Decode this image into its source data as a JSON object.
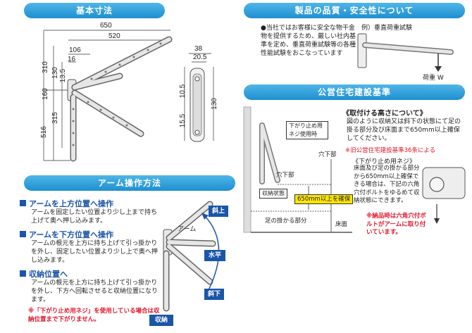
{
  "sections": {
    "dimensions_title": "基本寸法",
    "quality_title": "製品の品質・安全性について",
    "public_housing_title": "公営住宅建設基準",
    "arm_title": "アーム操作方法"
  },
  "dimensions": {
    "front": [
      "650",
      "520",
      "106",
      "16",
      "310",
      "130",
      "13.5",
      "160",
      "315",
      "516"
    ],
    "side": [
      "38",
      "20.5",
      "10.5",
      "130",
      "15.5"
    ]
  },
  "quality": {
    "text": "●当社ではお客様に安全な物干金物を提供するため、厳しい社内基準を定め、垂直荷重試験等の各種性能試験をおこなっています",
    "example_label": "例）垂直荷重試験",
    "load_label": "荷重 W"
  },
  "public_housing": {
    "heading": "《取付ける高さについて》",
    "body": "図のように収納又は斜下の状態にて足の掛る部分及び床面まで650mm以上確保してください。",
    "note": "※旧公営住宅建設基準36条による",
    "stopper_heading": "《下がり止め用ネジ》",
    "stopper_body": "床面及び足の掛かる部分から650mm以上確保できる場合は、下記の六角穴付ボルトをゆるめて収納状態にできます。",
    "stopper_note": "※納品時は六角穴付ボルトがアームに取り付いています。",
    "labels": {
      "stopper_screw": "下がり止め用ネジ使用時",
      "anaka1": "穴下部",
      "anaka2": "穴下部",
      "storage": "収納状態",
      "min_height": "650mm以上を確保",
      "foot": "足の掛かる部分",
      "floor": "床面"
    }
  },
  "arm": {
    "steps": [
      {
        "title": "アームを上方位置へ操作",
        "body": "アームを固定したい位置より少し上まで持ち上げて奥へ押し込みます。"
      },
      {
        "title": "アームを下方位置へ操作",
        "body": "アームの根元を上方に持ち上げて引っ掛かりを外し、固定したい位置より少し上で奥へ押し込みます。"
      },
      {
        "title": "収納位置へ",
        "body": "アームの根元を上方に持ち上げて引っ掛かりを外し、下方へ回転させると収納位置になります。"
      }
    ],
    "footnote": "※「下がり止め用ネジ」を使用している場合は収納位置まで下がりません。",
    "labels": {
      "arm": "アーム",
      "up": "斜上",
      "horizontal": "水平",
      "down": "斜下",
      "storage": "収納"
    }
  }
}
